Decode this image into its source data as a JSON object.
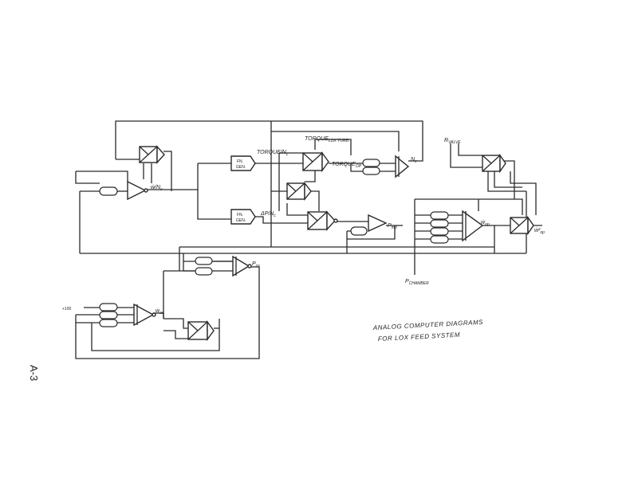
{
  "labels": {
    "wdot_wc": "ẇ/N",
    "wdot_wc_sub": "c",
    "torque_w": "TORQUE/N",
    "torque_w_sub": "c",
    "torque_lox": "TORQUE",
    "torque_lox_sub": "LOX TURB.",
    "torque_op": "TORQUE",
    "torque_op_sub": "OP",
    "nc": "N",
    "nc_sub": "c",
    "dp": "ΔP/N",
    "dp_sub": "c",
    "p_md": "P",
    "p_md_sub": "md",
    "w_op": "ẇ",
    "w_op_sub": "op",
    "w2_op": "ẇ²",
    "w2_op_sub": "op",
    "p_os": "P",
    "p_os_sub": "os",
    "w_os": "ẇ",
    "w_os_sub": "os",
    "p_valve": "R",
    "p_valve_sub": "VALVE",
    "p_chamber": "P",
    "p_chamber_sub": "CHAMBER",
    "plus100": "+100",
    "fn_gen_1a": "FN.",
    "fn_gen_1b": "GEN.",
    "fn_gen_2a": "FN.",
    "fn_gen_2b": "GEN."
  },
  "note": {
    "line1": "ANALOG COMPUTER DIAGRAMS",
    "line2": "FOR LOX FEED SYSTEM"
  },
  "page_number": "A-3"
}
